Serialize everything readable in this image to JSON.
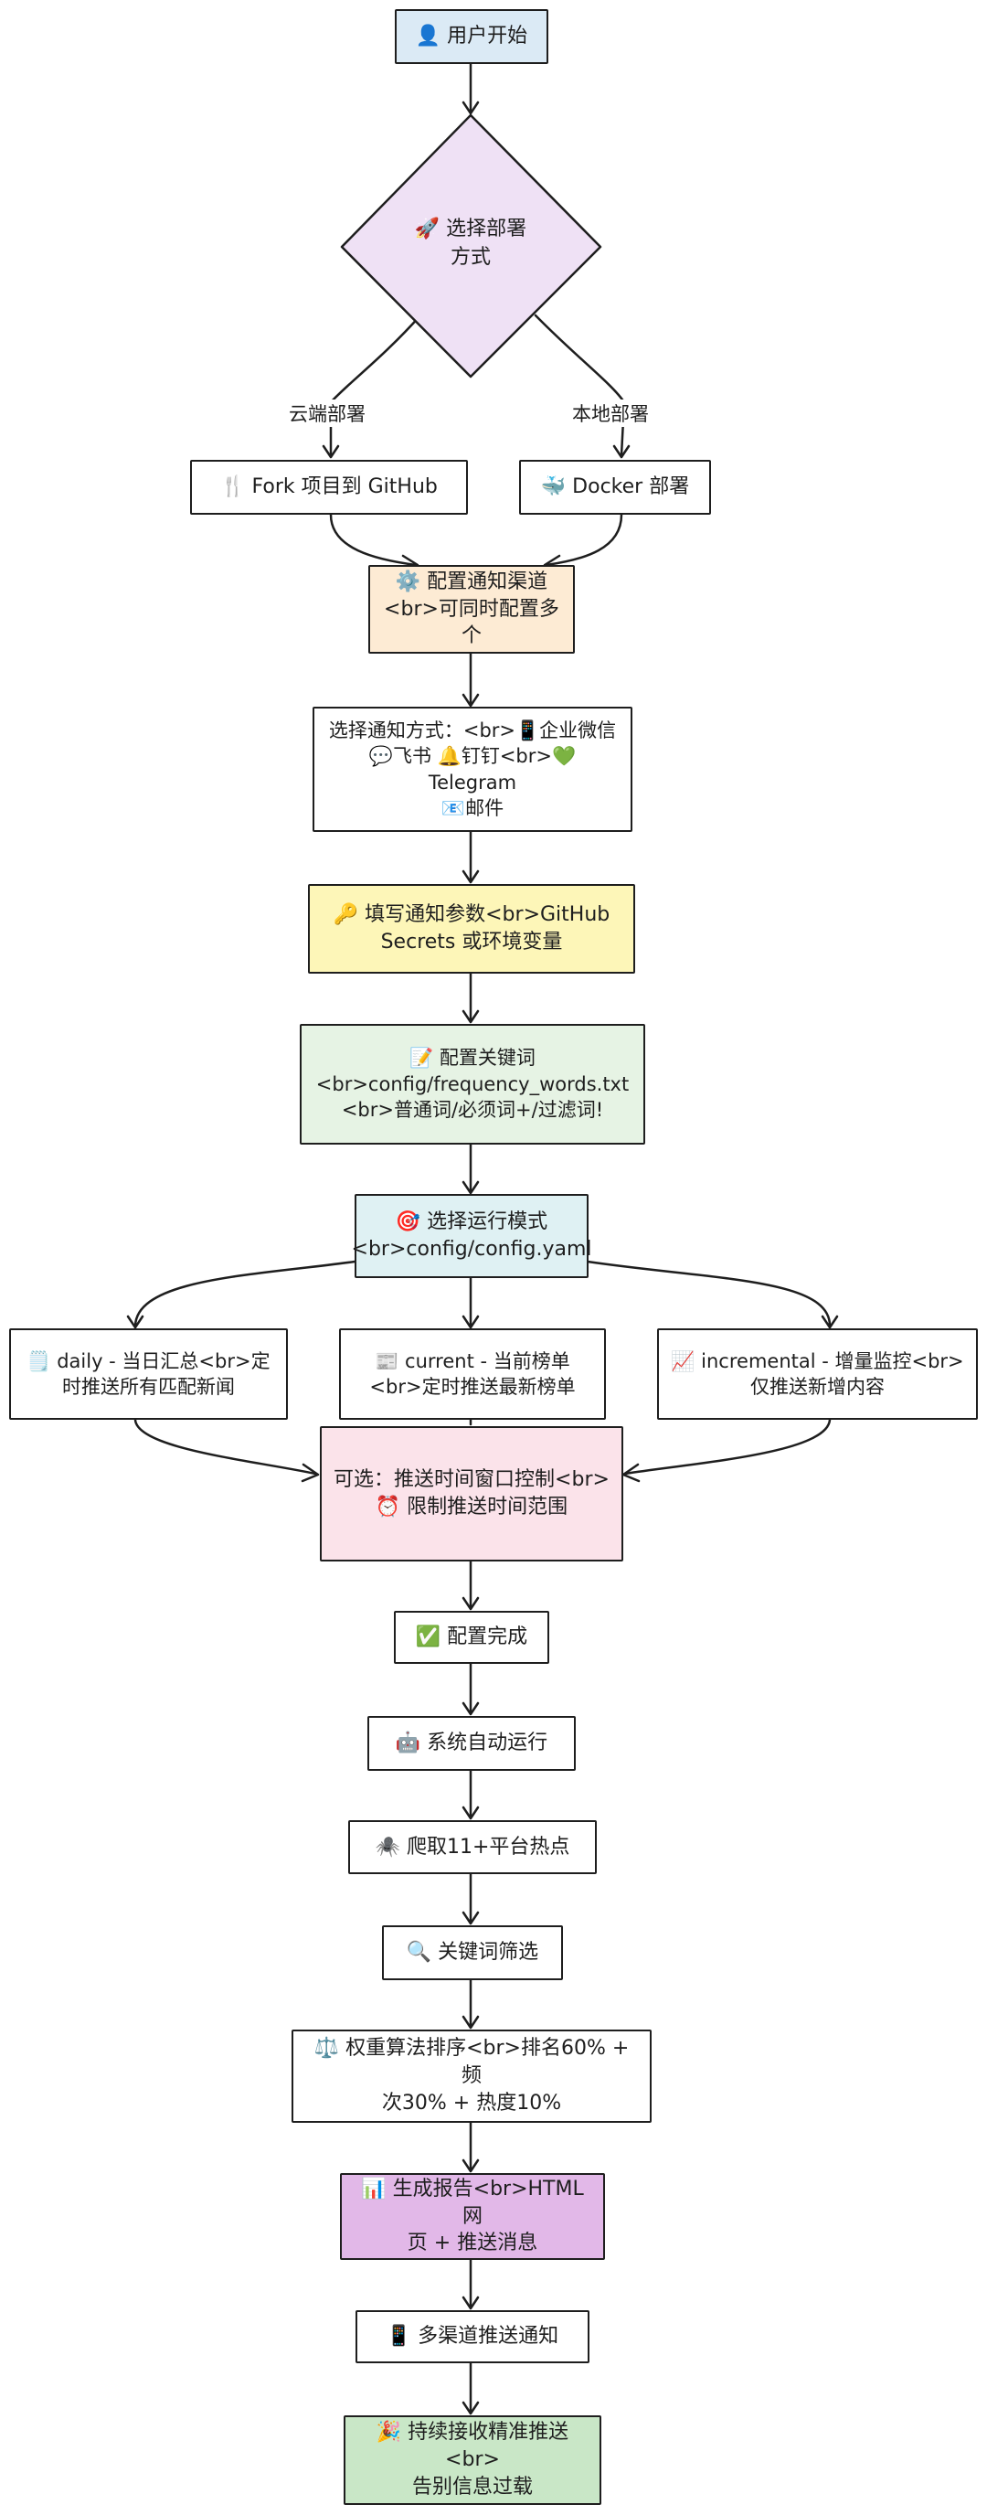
{
  "colors": {
    "start": "#dbeaf5",
    "decision": "#efe1f5",
    "configure": "#fdebd4",
    "secrets": "#fdf6b8",
    "keywords": "#e6f3e4",
    "runmode": "#dff1f3",
    "window": "#fbe3ea",
    "report": "#e2b8e8",
    "finish": "#c9e7c7",
    "plain": "#ffffff",
    "stroke": "#1e1e1e"
  },
  "nodes": {
    "start": "👤 用户开始",
    "deploy_choice": "🚀 选择部署\n方式",
    "fork": "🍴 Fork 项目到 GitHub",
    "docker": "🐳 Docker 部署",
    "configure_channels": "⚙️ 配置通知渠道\n<br>可同时配置多个",
    "choose_notify": "选择通知方式：<br>📱企业微信\n💬飞书 🔔钉钉<br>💚Telegram\n📧邮件",
    "fill_params": "🔑 填写通知参数<br>GitHub\nSecrets 或环境变量",
    "config_keywords": "📝 配置关键词\n<br>config/frequency_words.txt\n<br>普通词/必须词+/过滤词!",
    "run_mode": "🎯 选择运行模式\n<br>config/config.yaml",
    "mode_daily": "🗒️ daily - 当日汇总<br>定\n时推送所有匹配新闻",
    "mode_current": "📰 current - 当前榜单\n<br>定时推送最新榜单",
    "mode_incremental": "📈 incremental - 增量监控<br>\n仅推送新增内容",
    "push_window": "可选：推送时间窗口控制<br>\n⏰ 限制推送时间范围",
    "config_done": "✅ 配置完成",
    "auto_run": "🤖 系统自动运行",
    "crawl": "🕷️ 爬取11+平台热点",
    "keyword_filter": "🔍 关键词筛选",
    "weight_sort": "⚖️ 权重算法排序<br>排名60% + 频\n次30% + 热度10%",
    "generate_report": "📊 生成报告<br>HTML网\n页 + 推送消息",
    "multi_push": "📱 多渠道推送通知",
    "receive": "🎉 持续接收精准推送<br>\n告别信息过载"
  },
  "edge_labels": {
    "cloud": "云端部署",
    "local": "本地部署"
  }
}
